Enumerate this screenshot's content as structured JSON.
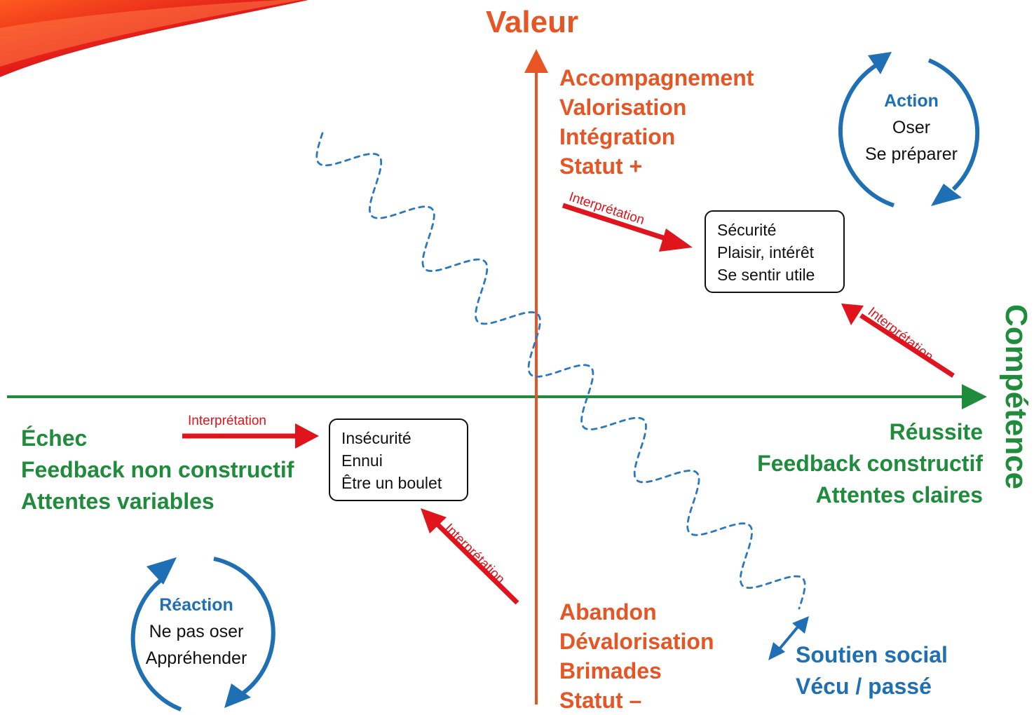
{
  "axes": {
    "vertical_title": "Valeur",
    "horizontal_title": "Compétence"
  },
  "quadrants": {
    "top_list": [
      "Accompagnement",
      "Valorisation",
      "Intégration",
      "Statut +"
    ],
    "bottom_list": [
      "Abandon",
      "Dévalorisation",
      "Brimades",
      "Statut –"
    ],
    "left_list": [
      "Échec",
      "Feedback non constructif",
      "Attentes variables"
    ],
    "right_list": [
      "Réussite",
      "Feedback constructif",
      "Attentes claires"
    ]
  },
  "boxes": {
    "positive": [
      "Sécurité",
      "Plaisir, intérêt",
      "Se sentir utile"
    ],
    "negative": [
      "Insécurité",
      "Ennui",
      "Être un boulet"
    ]
  },
  "interpretation_label": "Interprétation",
  "cycles": {
    "action": {
      "title": "Action",
      "lines": [
        "Oser",
        "Se préparer"
      ]
    },
    "reaction": {
      "title": "Réaction",
      "lines": [
        "Ne pas oser",
        "Appréhender"
      ]
    }
  },
  "social_support": {
    "lines": [
      "Soutien social",
      "Vécu / passé"
    ]
  },
  "colors": {
    "orange": "#e85524",
    "green": "#1e8c3a",
    "red": "#e0141c",
    "blue": "#1f6fb5"
  }
}
